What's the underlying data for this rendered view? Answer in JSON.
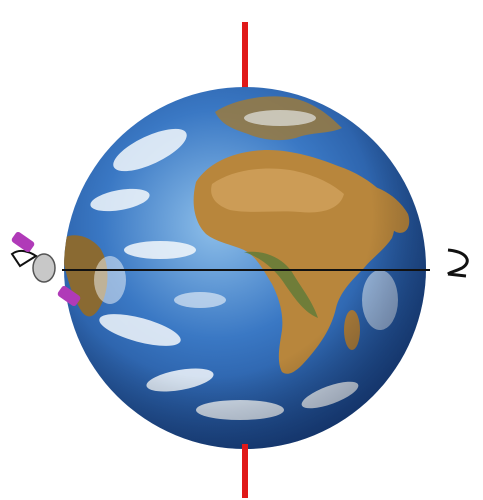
{
  "scene": {
    "subject": "earth-globe-illustration",
    "colors": {
      "background": "#ffffff",
      "axis": "#e01919",
      "ocean_dark": "#1e4f9a",
      "ocean_mid": "#3a78c4",
      "ocean_light": "#8fc0ea",
      "cloud": "#f4f8fc",
      "land": "#b8863c",
      "land_dark": "#8a5a22",
      "land_green": "#5c7a38",
      "orbit_line": "#111111",
      "satellite_panel": "#b03ab8",
      "satellite_body": "#c8c8c8"
    },
    "elements": [
      "rotation-axis",
      "globe",
      "equator-orbit-line",
      "satellite"
    ]
  }
}
